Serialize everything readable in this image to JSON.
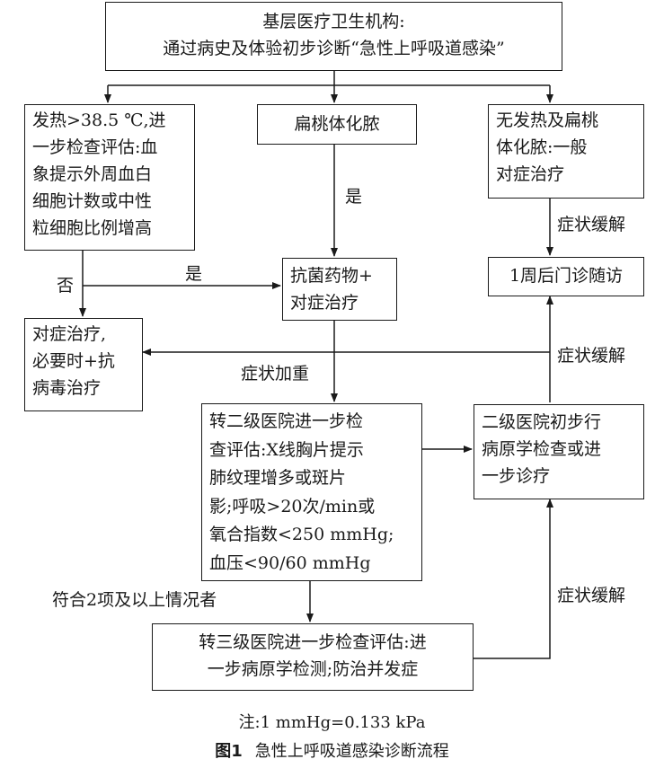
{
  "diagram": {
    "nodes": {
      "top": [
        "基层医疗卫生机构:",
        "通过病史及体验初步诊断“急性上呼吸道感染”"
      ],
      "fever": [
        "发热>38.5 ℃,进",
        "一步检查评估:血",
        "象提示外周血白",
        "细胞计数或中性",
        "粒细胞比例增高"
      ],
      "tonsil": [
        "扁桃体化脓"
      ],
      "nofever": [
        "无发热及扁桃",
        "体化脓:一般",
        "对症治疗"
      ],
      "antibiotic": [
        "抗菌药物+",
        "对症治疗"
      ],
      "followup": [
        "1周后门诊随访"
      ],
      "symptomatic": [
        "对症治疗,",
        "必要时+抗",
        "病毒治疗"
      ],
      "level2": [
        "转二级医院进一步检",
        "查评估:X线胸片提示",
        "肺纹理增多或斑片",
        "影;呼吸>20次/min或",
        "氧合指数<250 mmHg;",
        "血压<90/60 mmHg"
      ],
      "level2_diag": [
        "二级医院初步行",
        "病原学检查或进",
        "一步诊疗"
      ],
      "level3": [
        "转三级医院进一步检查评估:进",
        "一步病原学检测;防治并发症"
      ]
    },
    "edge_labels": {
      "yes_tonsil": "是",
      "yes_fever": "是",
      "no_fever": "否",
      "relief_1": "症状缓解",
      "relief_2": "症状缓解",
      "relief_3": "症状缓解",
      "worsen": "症状加重",
      "two_or_more": "符合2项及以上情况者"
    },
    "note": "注:1 mmHg=0.133 kPa",
    "caption_num": "图1",
    "caption_text": "急性上呼吸道感染诊断流程"
  }
}
